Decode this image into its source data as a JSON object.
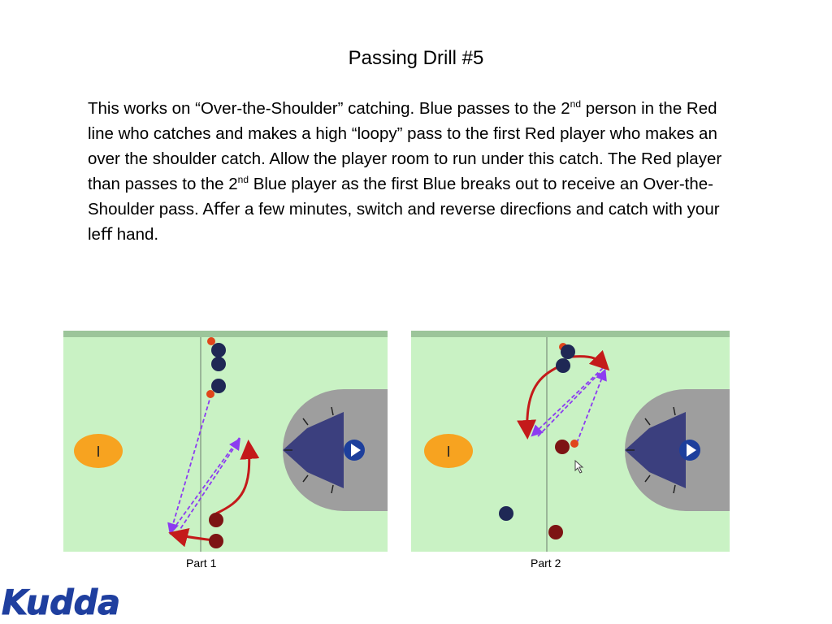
{
  "slide": {
    "title": "Passing Drill #5",
    "paragraph": {
      "p1": "This works on “Over-the-Shoulder” catching. Blue passes to the 2",
      "sup1": "nd",
      "p2": " person in the Red line who catches and makes a high “loopy” pass to the ﬁrst Red player who makes an over the shoulder catch. Allow the player room to run under this catch. The Red player than passes to the 2",
      "sup2": "nd",
      "p3": " Blue player as the ﬁrst Blue breaks out to receive an Over-the-Shoulder pass. Aﬀer a few minutes, switch and reverse direcﬁons and catch with your leﬀ hand."
    }
  },
  "diagrams": [
    {
      "caption": "Part 1",
      "center_marker": "I"
    },
    {
      "caption": "Part 2",
      "center_marker": "I"
    }
  ],
  "logo": {
    "text": "Kudda"
  },
  "colors": {
    "field": "#c9f2c4",
    "field_top_border": "#9cc59a",
    "center_line": "#8aa38a",
    "crease_gray": "#9e9e9e",
    "crease_navy": "#3b3f7e",
    "goal_blue": "#1d3f9c",
    "center_orange": "#f7a320",
    "red_player": "#7d1414",
    "blue_player": "#1f2855",
    "pass_purple": "#8c3cf0",
    "run_red": "#c41a1a",
    "logo_blue": "#1f3f9f"
  }
}
